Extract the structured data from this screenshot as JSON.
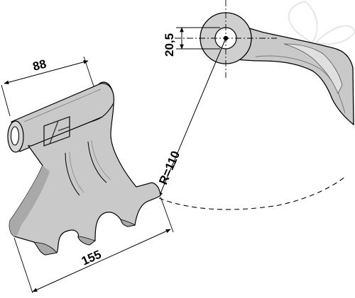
{
  "dimensions": {
    "width_top": "88",
    "width_bottom": "155",
    "hole_diameter": "20,5",
    "radius": "R=110"
  },
  "colors": {
    "part_fill": "#c9c9c9",
    "part_fill_dark": "#a9a9a9",
    "part_fill_light": "#e0e0e0",
    "line": "#000000",
    "watermark": "#e6e6e6"
  }
}
